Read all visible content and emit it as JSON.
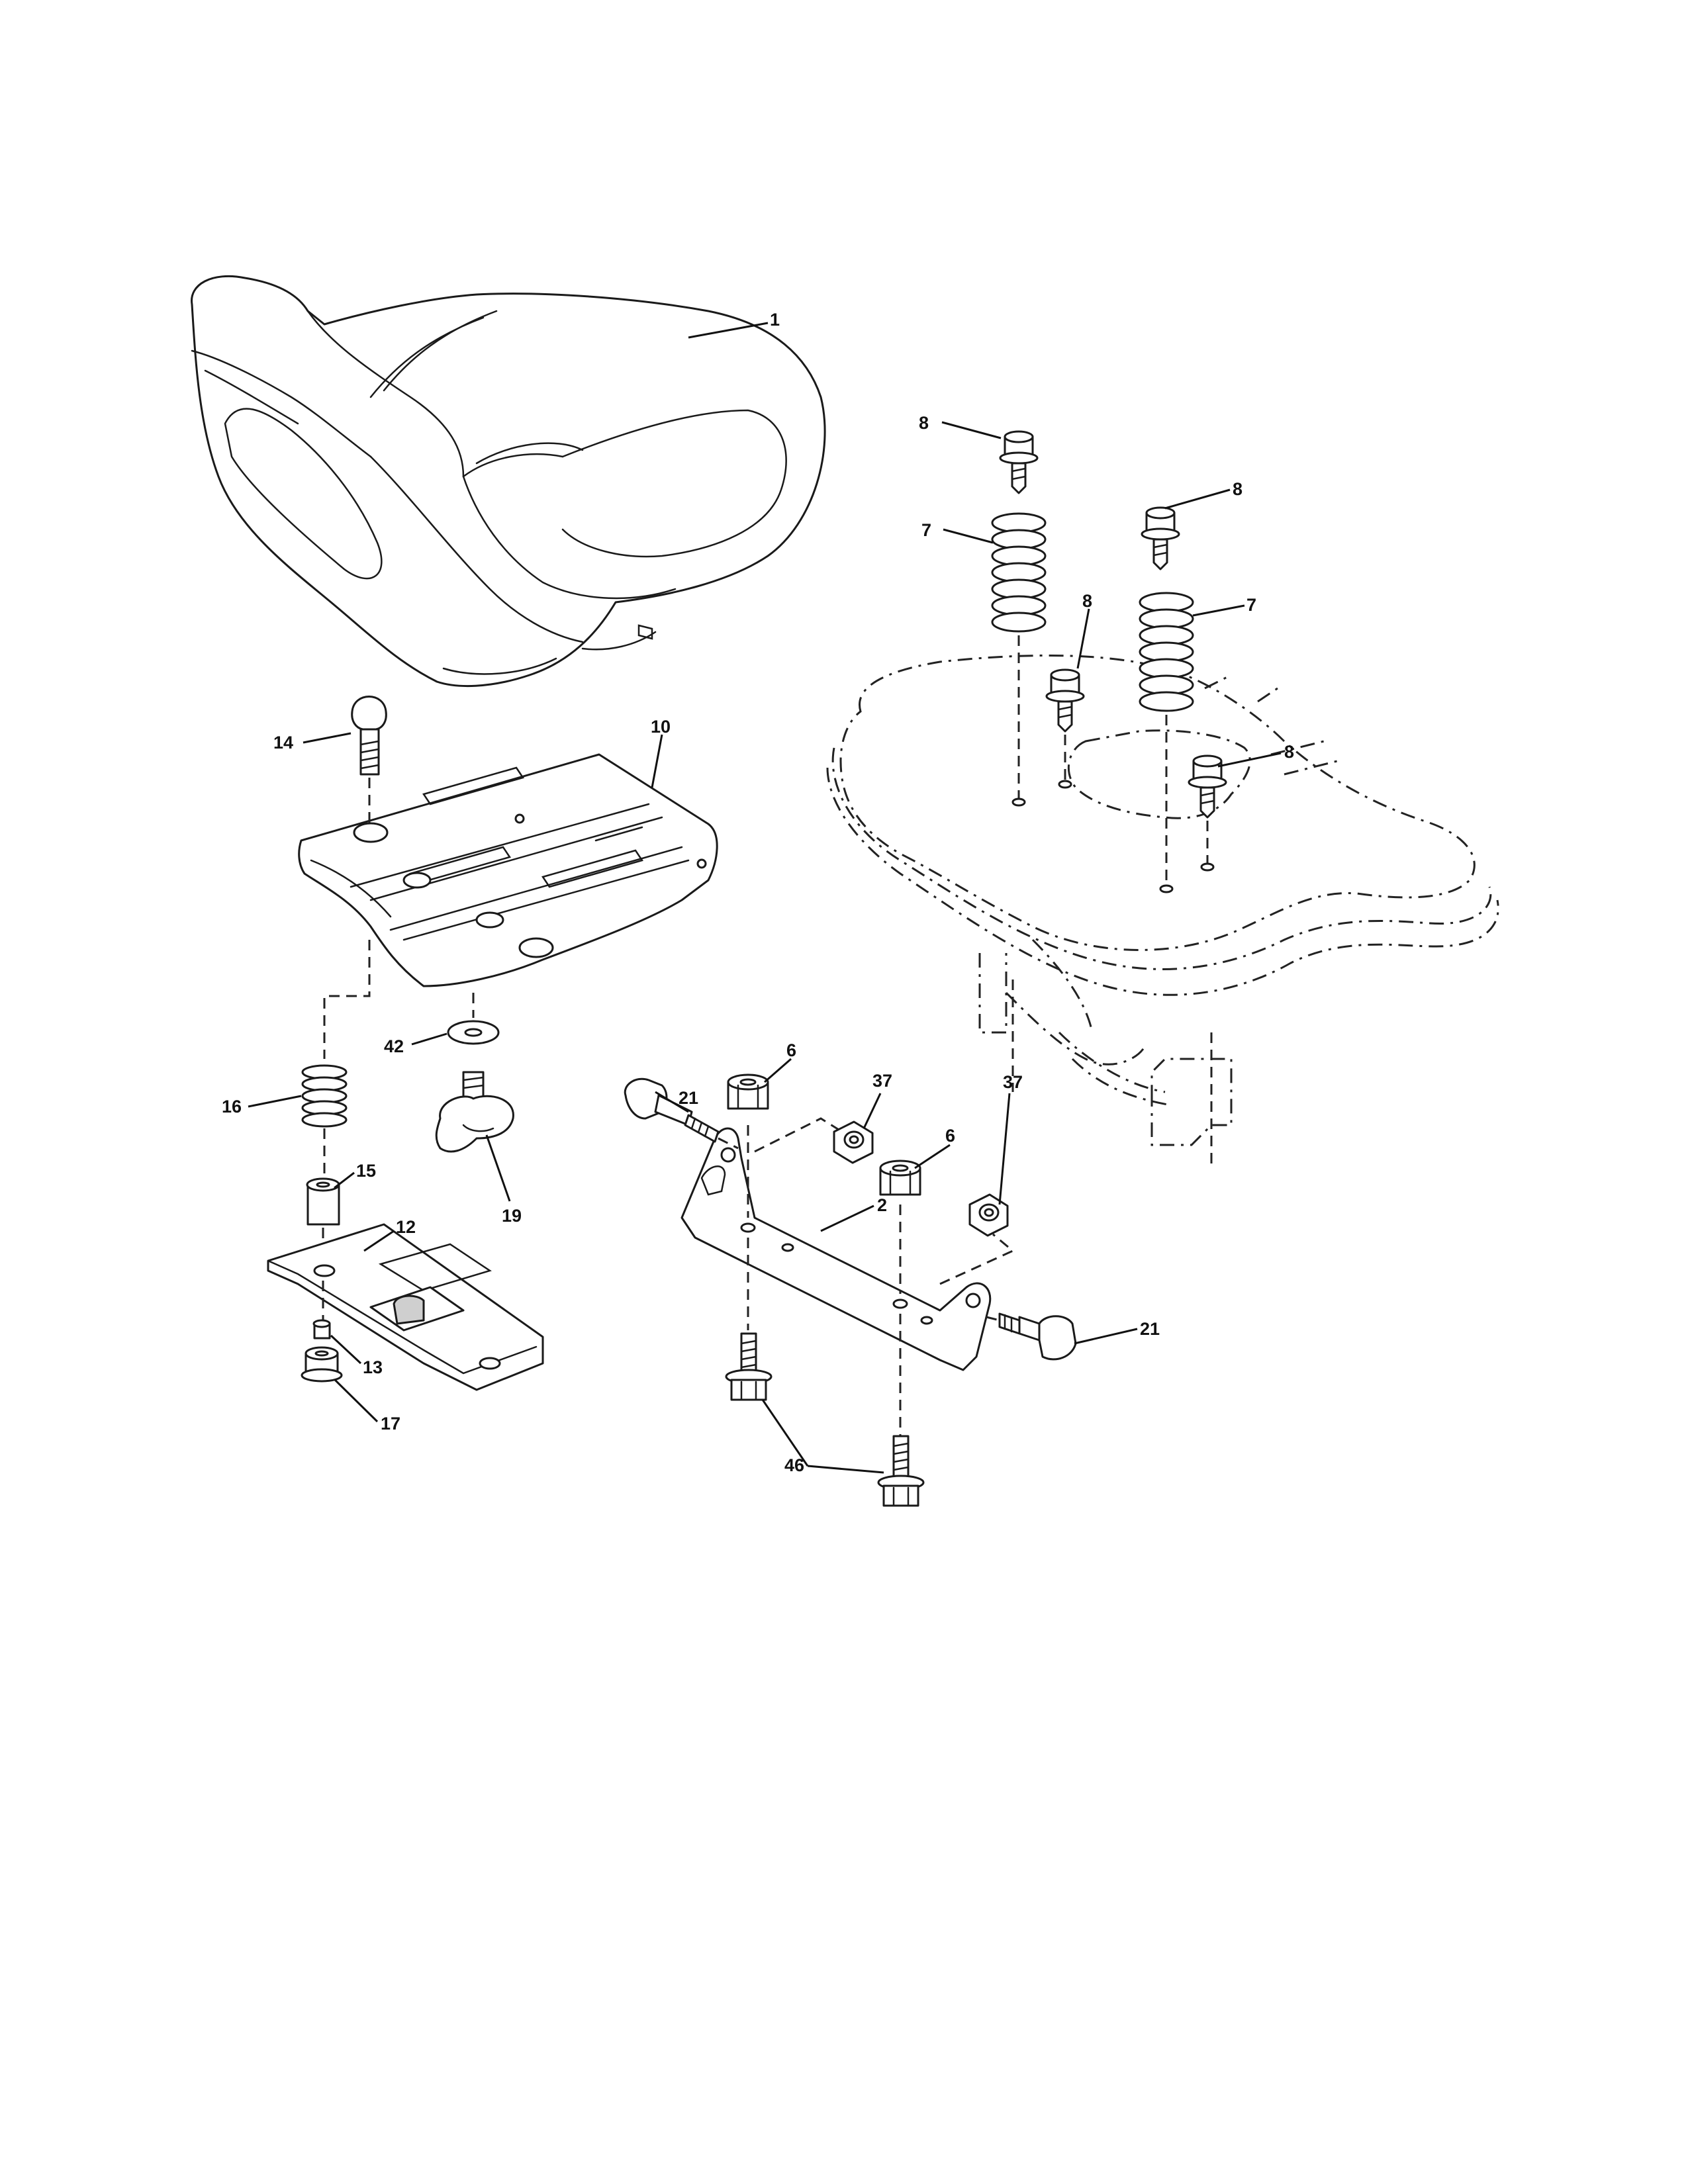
{
  "diagram": {
    "type": "exploded-parts-view",
    "callouts": [
      {
        "id": "c1",
        "label": "1"
      },
      {
        "id": "c8a",
        "label": "8"
      },
      {
        "id": "c8b",
        "label": "8"
      },
      {
        "id": "c8c",
        "label": "8"
      },
      {
        "id": "c8d",
        "label": "8"
      },
      {
        "id": "c7a",
        "label": "7"
      },
      {
        "id": "c7b",
        "label": "7"
      },
      {
        "id": "c14",
        "label": "14"
      },
      {
        "id": "c10",
        "label": "10"
      },
      {
        "id": "c42",
        "label": "42"
      },
      {
        "id": "c16",
        "label": "16"
      },
      {
        "id": "c15",
        "label": "15"
      },
      {
        "id": "c19",
        "label": "19"
      },
      {
        "id": "c12",
        "label": "12"
      },
      {
        "id": "c13",
        "label": "13"
      },
      {
        "id": "c17",
        "label": "17"
      },
      {
        "id": "c21a",
        "label": "21"
      },
      {
        "id": "c21b",
        "label": "21"
      },
      {
        "id": "c6a",
        "label": "6"
      },
      {
        "id": "c6b",
        "label": "6"
      },
      {
        "id": "c37a",
        "label": "37"
      },
      {
        "id": "c37b",
        "label": "37"
      },
      {
        "id": "c2",
        "label": "2"
      },
      {
        "id": "c46",
        "label": "46"
      }
    ]
  }
}
